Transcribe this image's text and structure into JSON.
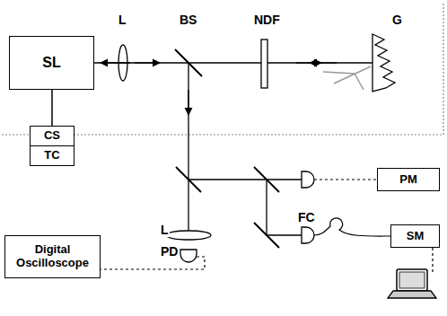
{
  "diagram": {
    "nodes": [
      {
        "text": [
          "SL"
        ]
      },
      {
        "text": [
          "CS"
        ]
      },
      {
        "text": [
          "TC"
        ]
      },
      {
        "text": [
          "PM"
        ]
      },
      {
        "text": [
          "SM"
        ]
      },
      {
        "text": [
          "Digital Oscilloscope"
        ]
      }
    ],
    "edges": [
      {
        "from": 0,
        "to": 1,
        "arrow": "none"
      }
    ],
    "labels": [
      "L",
      "BS",
      "NDF",
      "G",
      "L",
      "PD",
      "FC"
    ]
  }
}
